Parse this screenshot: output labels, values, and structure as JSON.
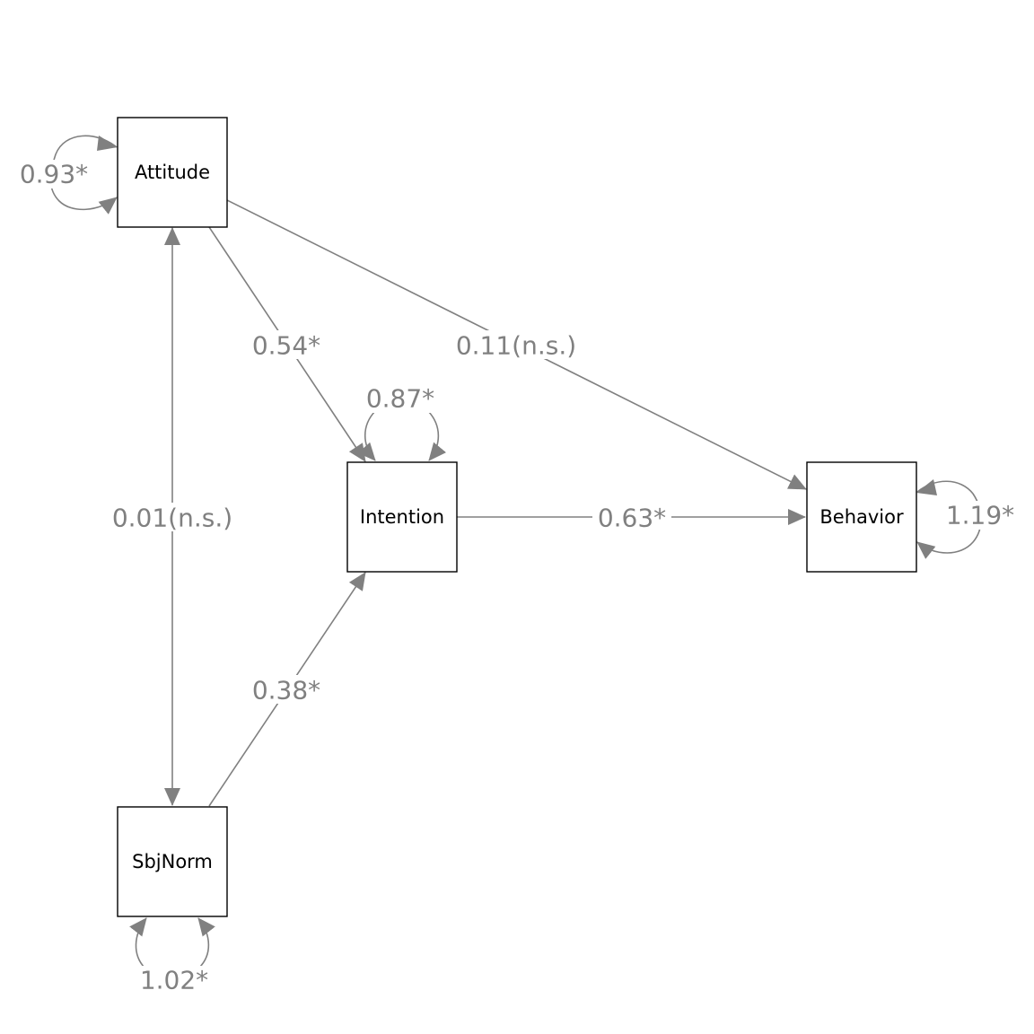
{
  "colors": {
    "edge": "#808080",
    "node_border": "#000000",
    "node_text": "#000000",
    "background": "#ffffff"
  },
  "nodes": {
    "attitude": {
      "label": "Attitude"
    },
    "intention": {
      "label": "Intention"
    },
    "behavior": {
      "label": "Behavior"
    },
    "sbjnorm": {
      "label": "SbjNorm"
    }
  },
  "paths": {
    "attitude_to_intention": {
      "from": "Attitude",
      "to": "Intention",
      "label": "0.54*"
    },
    "attitude_to_behavior": {
      "from": "Attitude",
      "to": "Behavior",
      "label": "0.11(n.s.)"
    },
    "attitude_sbjnorm_covariance": {
      "from": "Attitude",
      "to": "SbjNorm",
      "label": "0.01(n.s.)"
    },
    "sbjnorm_to_intention": {
      "from": "SbjNorm",
      "to": "Intention",
      "label": "0.38*"
    },
    "intention_to_behavior": {
      "from": "Intention",
      "to": "Behavior",
      "label": "0.63*"
    }
  },
  "variances": {
    "attitude": {
      "node": "Attitude",
      "label": "0.93*"
    },
    "intention": {
      "node": "Intention",
      "label": "0.87*"
    },
    "behavior": {
      "node": "Behavior",
      "label": "1.19*"
    },
    "sbjnorm": {
      "node": "SbjNorm",
      "label": "1.02*"
    }
  }
}
